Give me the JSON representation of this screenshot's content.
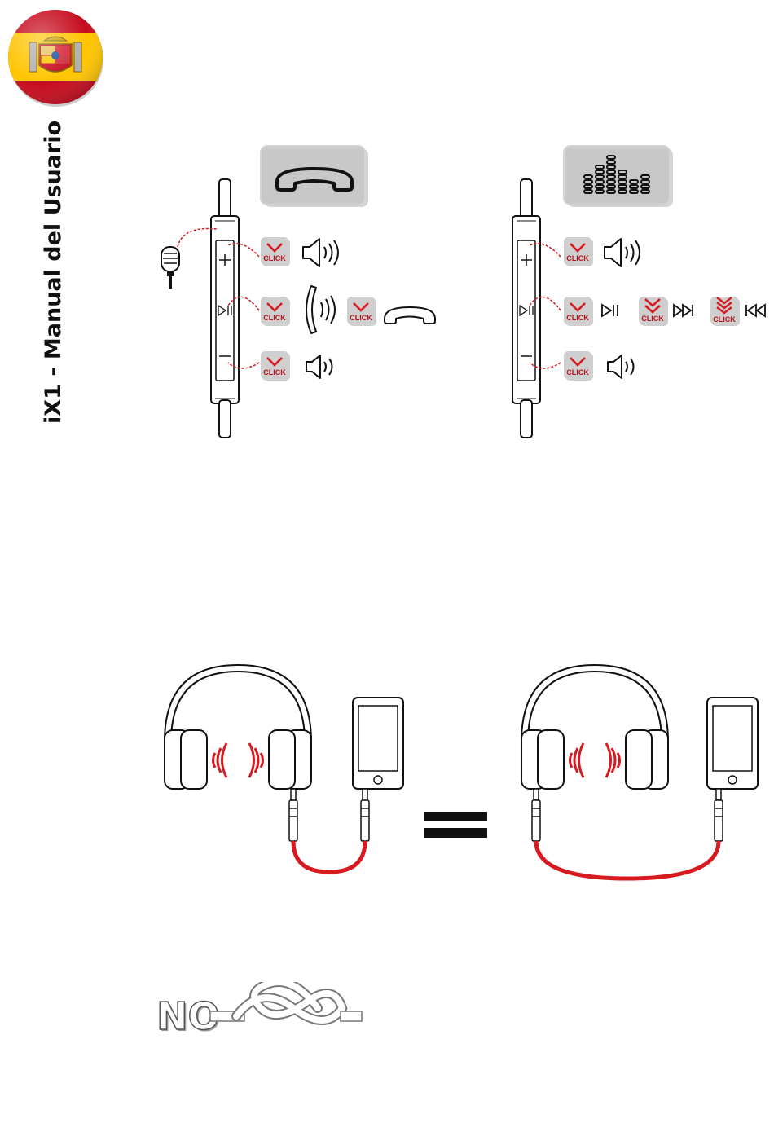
{
  "document": {
    "title": "iX1 - Manual del Usuario",
    "flag": "spain-flag",
    "click_label": "CLICK",
    "no_label": "NO"
  },
  "colors": {
    "accent_red": "#d71920",
    "panel_gray": "#c8c8c8",
    "outline": "#1a1a1a"
  },
  "sections": {
    "remote_phone": {
      "mode_icon": "phone-handset-icon",
      "rows": [
        {
          "button": "plus",
          "actions": [
            "click"
          ],
          "result_icons": [
            "volume-up-icon"
          ]
        },
        {
          "button": "play-pause",
          "actions": [
            "click",
            "click"
          ],
          "result_icons": [
            "answer-call-icon",
            "hang-up-icon"
          ]
        },
        {
          "button": "minus",
          "actions": [
            "click"
          ],
          "result_icons": [
            "volume-down-icon"
          ]
        }
      ]
    },
    "remote_music": {
      "mode_icon": "equalizer-icon",
      "rows": [
        {
          "button": "plus",
          "actions": [
            "click"
          ],
          "result_icons": [
            "volume-up-icon"
          ]
        },
        {
          "button": "play-pause",
          "actions": [
            "click",
            "double-click",
            "triple-click"
          ],
          "result_icons": [
            "play-pause-icon",
            "next-track-icon",
            "previous-track-icon"
          ]
        },
        {
          "button": "minus",
          "actions": [
            "click"
          ],
          "result_icons": [
            "volume-down-icon"
          ]
        }
      ]
    },
    "cable_illustration": {
      "left": "headphones-with-short-cable",
      "operator": "equals-sign",
      "right": "headphones-with-long-cable"
    },
    "warning": {
      "icon": "cable-knot-icon"
    }
  }
}
